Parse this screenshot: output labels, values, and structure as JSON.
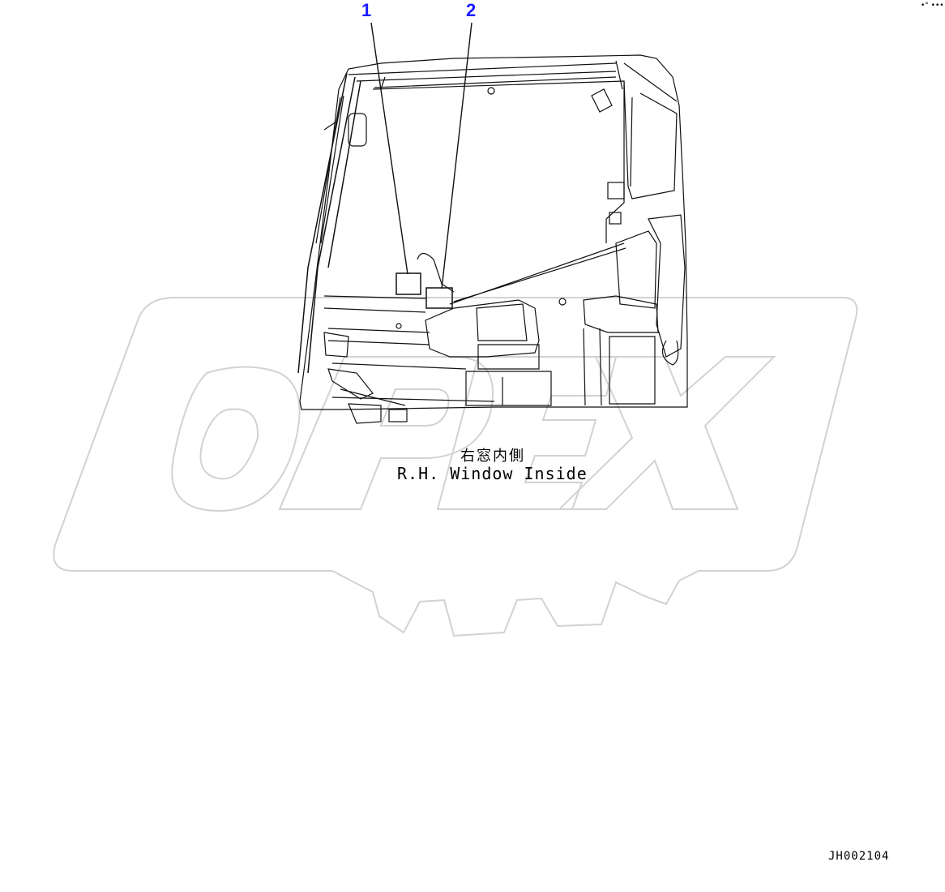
{
  "callouts": [
    {
      "label": "1",
      "color": "#1a1aff"
    },
    {
      "label": "2",
      "color": "#1a1aff"
    }
  ],
  "caption": {
    "japanese": "右窓内側",
    "english": "R.H. Window Inside"
  },
  "drawing_number": "JH002104",
  "watermark": {
    "text": "OPEX",
    "color": "#cfcfcf"
  },
  "corner_mark": "•° •••"
}
